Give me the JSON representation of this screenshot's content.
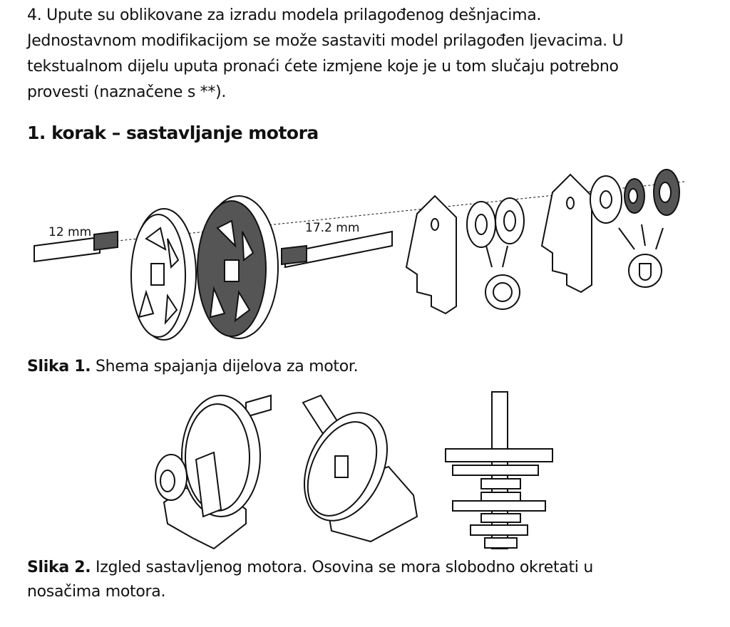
{
  "intro": {
    "lines": [
      "4. Upute su oblikovane za izradu modela prilagođenog dešnjacima.",
      "Jednostavnom modifikacijom se može sastaviti model prilagođen ljevacima. U",
      "tekstualnom dijelu uputa pronaći ćete izmjene koje je u tom slučaju potrebno",
      "provesti (naznačene s **)."
    ]
  },
  "heading": "1. korak – sastavljanje motora",
  "figure1": {
    "label_shaft_short": "12 mm",
    "label_shaft_long": "17.2 mm",
    "caption_label": "Slika 1.",
    "caption_text": " Shema spajanja dijelova za motor."
  },
  "figure2": {
    "caption_label": "Slika 2.",
    "caption_text_line1": " Izgled sastavljenog motora. Osovina se mora slobodno okretati u",
    "caption_text_line2": "nosačima motora."
  }
}
